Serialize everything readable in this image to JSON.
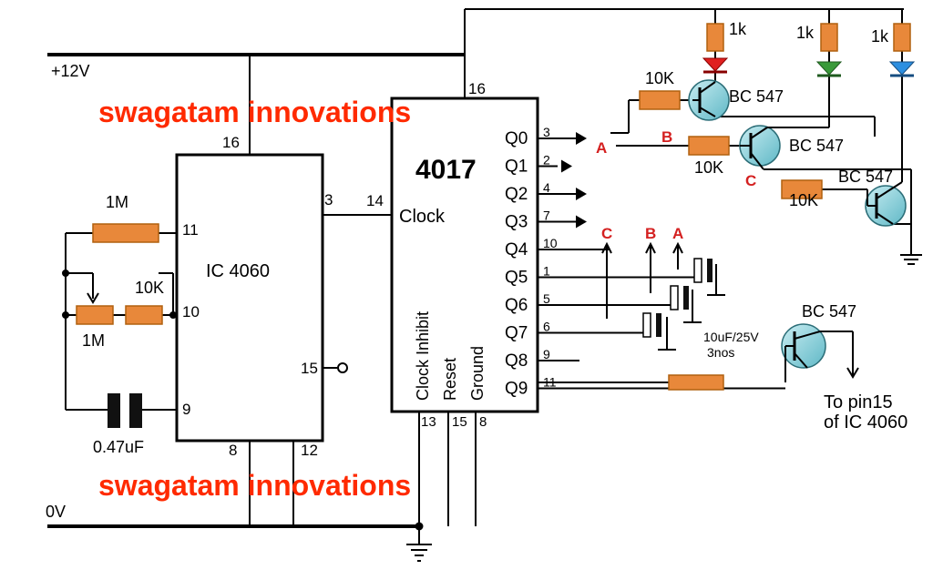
{
  "watermark": "swagatam innovations",
  "supply": {
    "positive": "+12V",
    "ground": "0V"
  },
  "ic4060": {
    "name": "IC 4060",
    "pins": {
      "p16": "16",
      "p11": "11",
      "p10": "10",
      "p9": "9",
      "p15": "15",
      "p3": "3",
      "p8": "8",
      "p12": "12"
    },
    "r_top": "1M",
    "pot": "1M",
    "r_mid": "10K",
    "cap": "0.47uF"
  },
  "ic4017": {
    "name": "4017",
    "vdd_pin": "16",
    "clock_pin": "14",
    "clock_label": "Clock",
    "vertical_labels": [
      "Clock  Inhibit",
      "Reset",
      "Ground"
    ],
    "bottom_pins": [
      "13",
      "15",
      "8"
    ],
    "outputs": [
      {
        "name": "Q0",
        "pin": "3"
      },
      {
        "name": "Q1",
        "pin": "2"
      },
      {
        "name": "Q2",
        "pin": "4"
      },
      {
        "name": "Q3",
        "pin": "7"
      },
      {
        "name": "Q4",
        "pin": "10"
      },
      {
        "name": "Q5",
        "pin": "1"
      },
      {
        "name": "Q6",
        "pin": "5"
      },
      {
        "name": "Q7",
        "pin": "6"
      },
      {
        "name": "Q8",
        "pin": "9"
      },
      {
        "name": "Q9",
        "pin": "11"
      }
    ]
  },
  "leds": {
    "r1": "1k",
    "r2": "1k",
    "r3": "1k",
    "colors": [
      "#e02020",
      "#3a9a3a",
      "#2d8fe0"
    ]
  },
  "drivers": {
    "t1": "BC 547",
    "t2": "BC 547",
    "t3": "BC 547",
    "t4": "BC 547",
    "rb1": "10K",
    "rb2": "10K",
    "rb3": "10K"
  },
  "nodes": {
    "a": "A",
    "b": "B",
    "c": "C"
  },
  "caps_note": {
    "line1": "10uF/25V",
    "line2": "3nos"
  },
  "output_note": {
    "line1": "To pin15",
    "line2": "of IC 4060"
  }
}
